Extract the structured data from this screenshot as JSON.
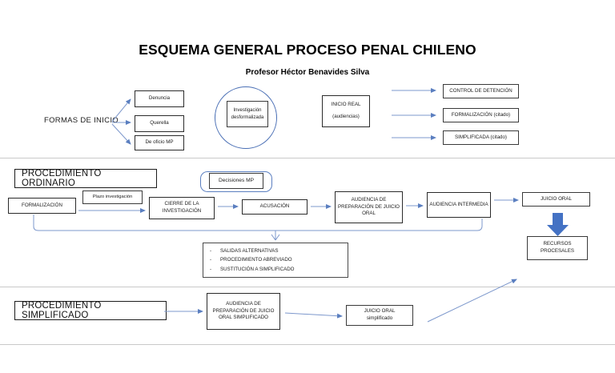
{
  "document": {
    "title": "ESQUEMA GENERAL PROCESO PENAL CHILENO",
    "subtitle": "Profesor Héctor Benavides Silva"
  },
  "colors": {
    "arrow_blue": "#5B7FC0",
    "block_arrow_blue": "#4472C4",
    "box_border": "#3A3A3A",
    "divider": "#C9C9C9",
    "circle_border": "#4A6FB5"
  },
  "section_inicio": {
    "label": "FORMAS DE INICIO",
    "options": [
      {
        "label": "Denuncia"
      },
      {
        "label": "Querella"
      },
      {
        "label": "De oficio MP"
      }
    ],
    "circle_label": "Investigación desformalizada",
    "inicio_real": {
      "line1": "INICIO REAL",
      "line2": "(audiencias)"
    },
    "outcomes": [
      {
        "label": "CONTROL DE DETENCIÓN"
      },
      {
        "label": "FORMALIZACIÓN (citado)"
      },
      {
        "label": "SIMPLIFICADA (citado)"
      }
    ]
  },
  "section_ordinario": {
    "heading": "PROCEDIMIENTO ORDINARIO",
    "decisiones_mp": "Decisiones MP",
    "plazo": "Plazo investigación",
    "steps": [
      {
        "label": "FORMALIZACIÓN"
      },
      {
        "label": "CIERRE DE LA INVESTIGACIÓN"
      },
      {
        "label": "ACUSACIÓN"
      },
      {
        "label": "AUDIENCIA DE PREPARACIÓN DE JUICIO ORAL"
      },
      {
        "label": "AUDIENCIA INTERMEDIA"
      },
      {
        "label": "JUICIO ORAL"
      }
    ],
    "recursos": "RECURSOS PROCESALES",
    "alternatives": [
      "SALIDAS ALTERNATIVAS",
      "PROCEDIMIENTO ABREVIADO",
      "SUSTITUCIÓN A SIMPLIFICADO"
    ]
  },
  "section_simplificado": {
    "heading": "PROCEDIMIENTO SIMPLIFICADO",
    "steps": [
      {
        "label": "AUDIENCIA DE PREPARACIÓN DE JUICIO ORAL SIMPLIFICADO"
      },
      {
        "line1": "JUICIO ORAL",
        "line2": "simplificado"
      }
    ]
  }
}
